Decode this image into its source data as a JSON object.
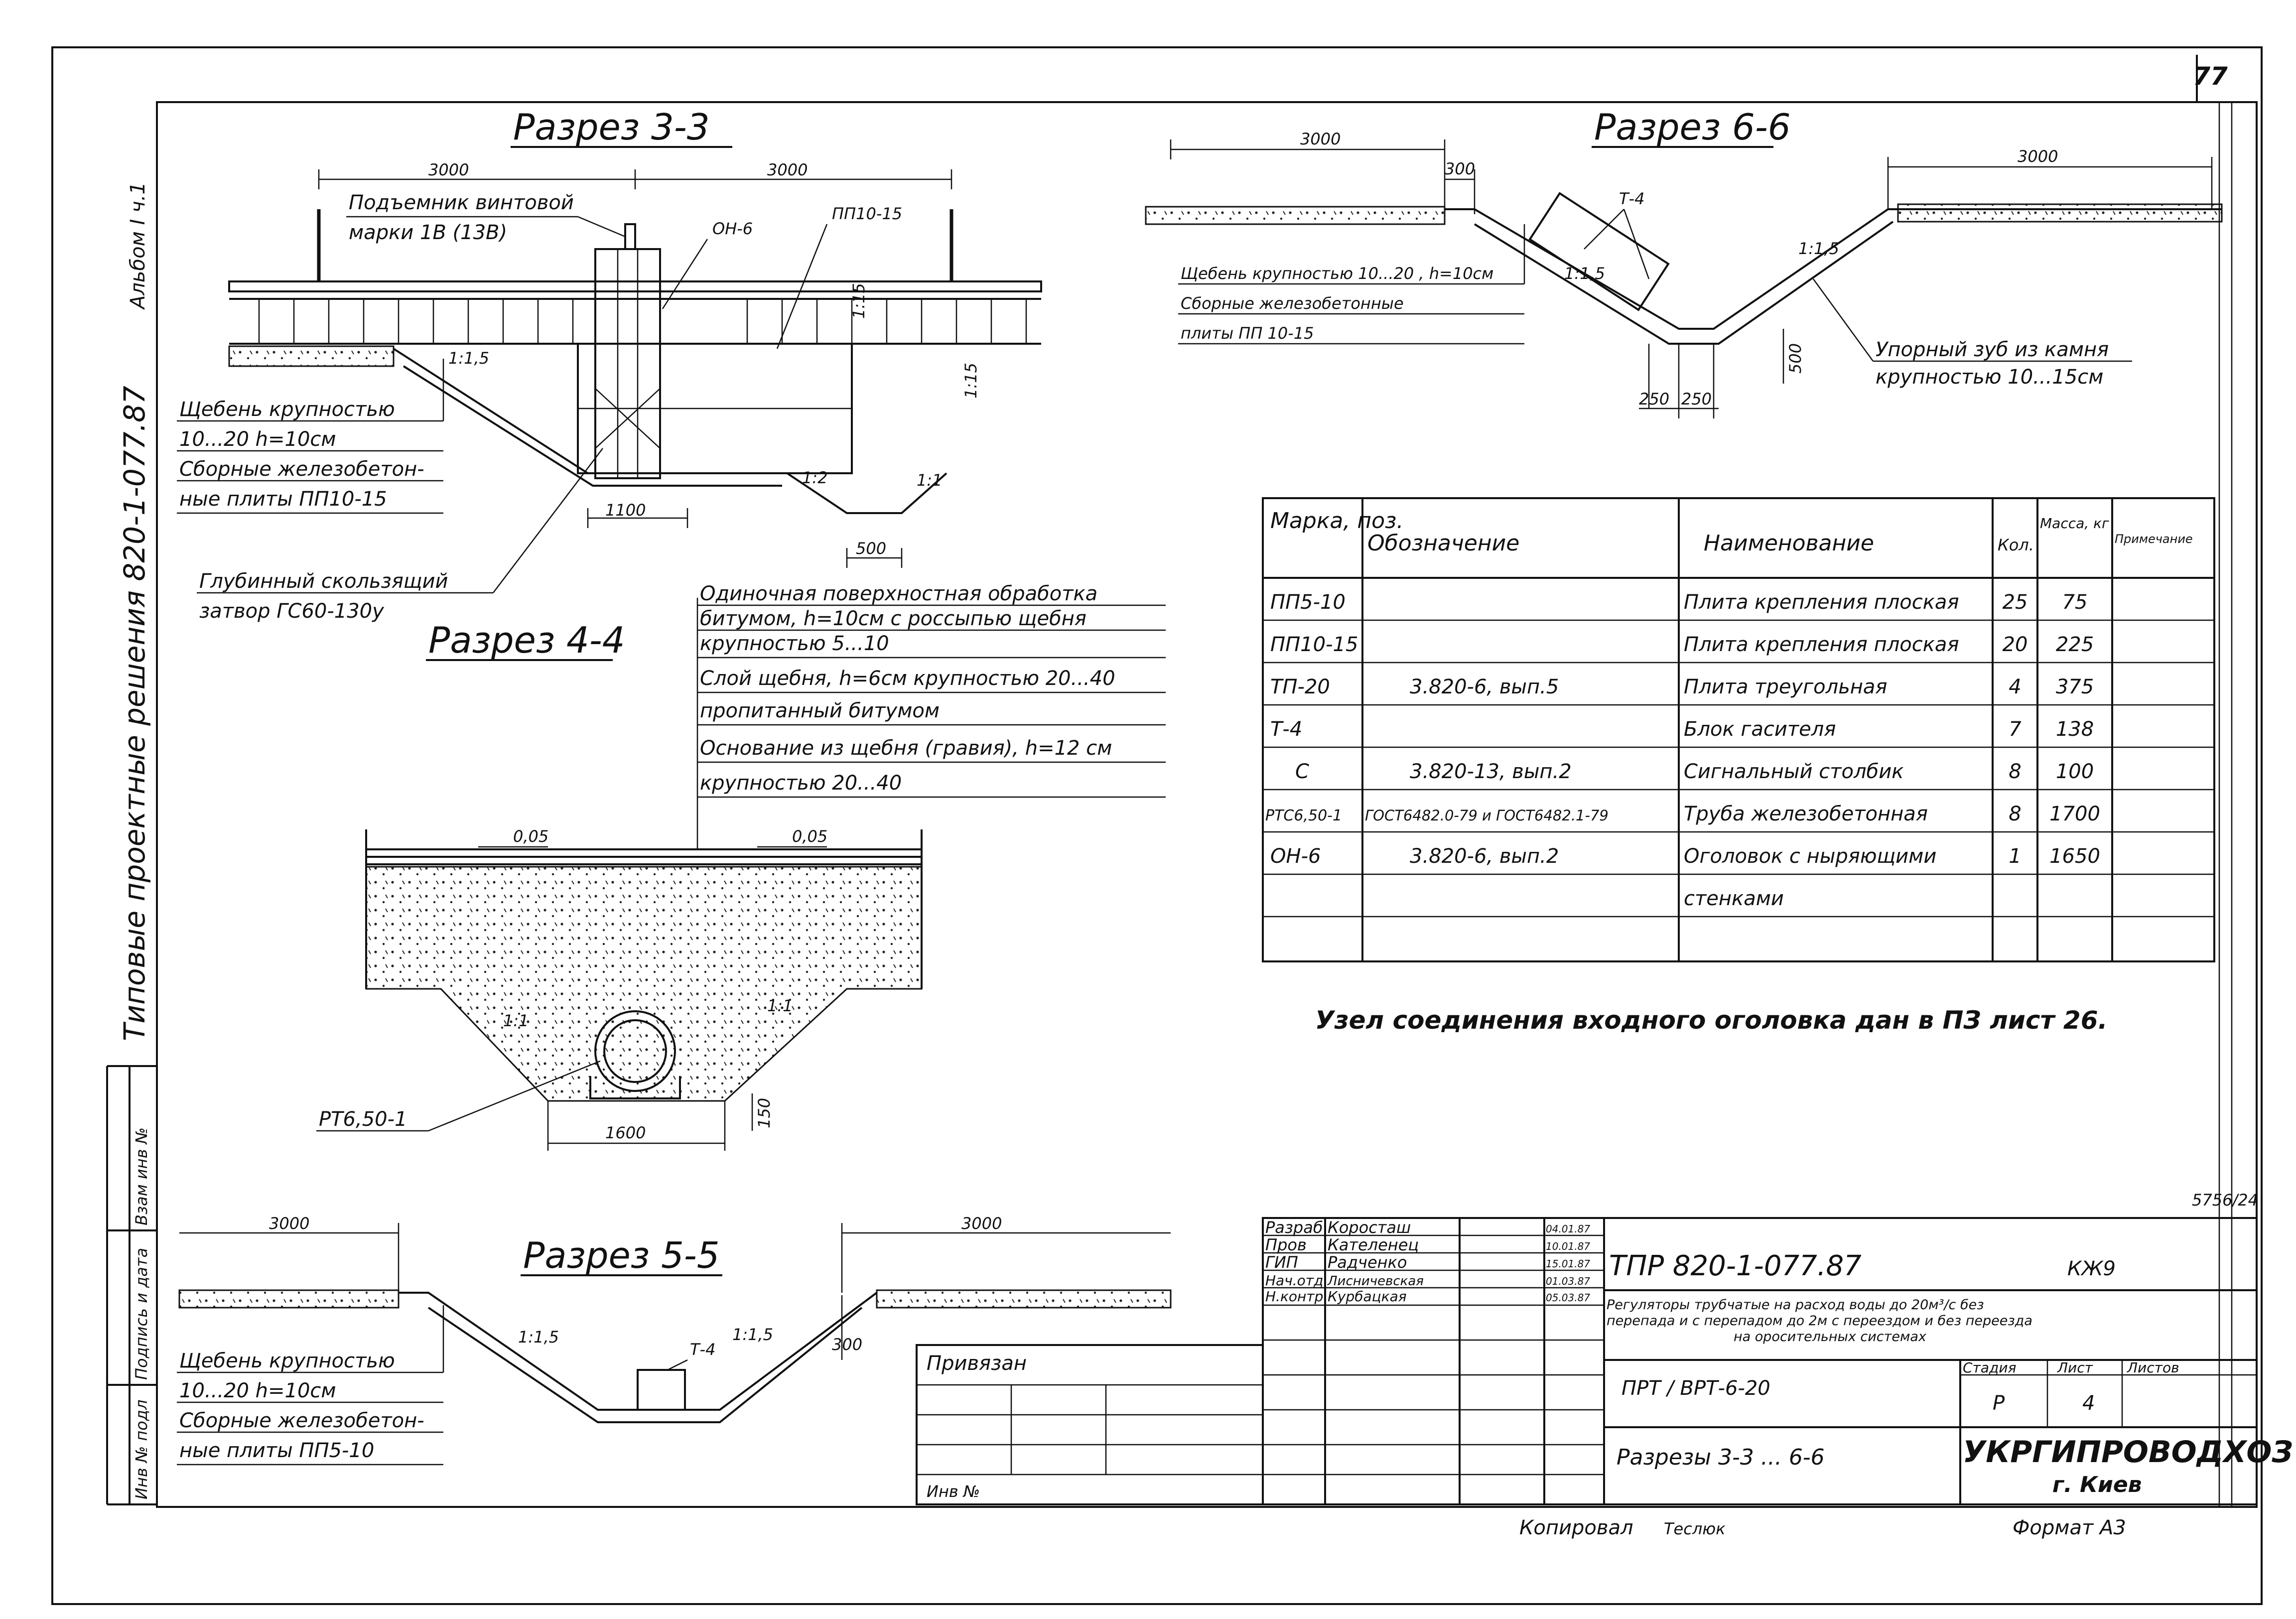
{
  "sheet": {
    "number": "77",
    "side_album": "Альбом I ч.1",
    "side_title": "Типовые проектные решения 820-1-077.87",
    "side_boxes": [
      "Взам инв №",
      "Подпись и дата",
      "Инв № подл"
    ],
    "stamp_code": "5756/24",
    "bottom_left": "Копировал",
    "bottom_name": "Теслюк",
    "format": "Формат А3"
  },
  "sections": {
    "s33": {
      "title": "Разрез 3-3",
      "dim_left": "3000",
      "dim_right": "3000",
      "dim_1100": "1100",
      "dim_500": "500",
      "slope_15": "1:15",
      "slope_15b": "1:15",
      "slope_1_5": "1:1,5",
      "slope_1_2": "1:2",
      "slope_1_1": "1:1",
      "hoist": [
        "Подъемник винтовой",
        "марки 1В (13В)"
      ],
      "label_on6": "ОН-6",
      "label_pp": "ПП10-15",
      "gravel": [
        "Щебень крупностью",
        "10...20    h=10см"
      ],
      "plates": [
        "Сборные железобетон-",
        "ные плиты ПП10-15"
      ],
      "gate": [
        "Глубинный скользящий",
        "затвор ГС60-130у"
      ]
    },
    "s44": {
      "title": "Разрез 4-4",
      "notes": [
        "Одиночная поверхностная обработка",
        "битумом, h=10см с россыпью щебня",
        "крупностью 5...10",
        "Слой щебня, h=6см крупностью 20...40",
        "пропитанный битумом",
        "Основание из щебня (гравия), h=12 см",
        "крупностью 20...40"
      ],
      "slope_left": "0,05",
      "slope_right": "0,05",
      "slope_1_1a": "1:1",
      "slope_1_1b": "1:1",
      "pipe": "РТ6,50-1",
      "dim_1600": "1600",
      "dim_150": "150"
    },
    "s55": {
      "title": "Разрез 5-5",
      "dim_left": "3000",
      "dim_right": "3000",
      "dim_300": "300",
      "slope_a": "1:1,5",
      "slope_b": "1:1,5",
      "block": "Т-4",
      "gravel": [
        "Щебень крупностью",
        "10...20    h=10см"
      ],
      "plates": [
        "Сборные железобетон-",
        "ные плиты ПП5-10"
      ]
    },
    "s66": {
      "title": "Разрез 6-6",
      "dim_left": "3000",
      "dim_300": "300",
      "dim_right": "3000",
      "dim_250a": "250",
      "dim_250b": "250",
      "dim_500": "500",
      "block": "Т-4",
      "slope_a": "1:1,5",
      "slope_b": "1:1,5",
      "gravel": "Щебень крупностью 10...20 , h=10см",
      "plates": [
        "Сборные железобетонные",
        "плиты ПП 10-15"
      ],
      "tooth": [
        "Упорный зуб из камня",
        "крупностью 10...15см"
      ]
    }
  },
  "spec_table": {
    "headers": [
      "Марка, поз.",
      "Обозначение",
      "Наименование",
      "Кол.",
      "Масса, кг",
      "Примечание"
    ],
    "rows": [
      [
        "ПП5-10",
        "",
        "Плита крепления плоская",
        "25",
        "75",
        ""
      ],
      [
        "ПП10-15",
        "",
        "Плита крепления плоская",
        "20",
        "225",
        ""
      ],
      [
        "ТП-20",
        "3.820-6, вып.5",
        "Плита треугольная",
        "4",
        "375",
        ""
      ],
      [
        "Т-4",
        "",
        "Блок гасителя",
        "7",
        "138",
        ""
      ],
      [
        "С",
        "3.820-13, вып.2",
        "Сигнальный столбик",
        "8",
        "100",
        ""
      ],
      [
        "РТС6,50-1",
        "ГОСТ6482.0-79 и ГОСТ6482.1-79",
        "Труба железобетонная",
        "8",
        "1700",
        ""
      ],
      [
        "ОН-6",
        "3.820-6, вып.2",
        "Оголовок с ныряющими",
        "1",
        "1650",
        ""
      ],
      [
        "",
        "",
        "стенками",
        "",
        "",
        ""
      ],
      [
        "",
        "",
        "",
        "",
        "",
        ""
      ]
    ]
  },
  "note": "Узел соединения входного оголовка дан в ПЗ лист 26.",
  "title_block": {
    "roles": [
      "Разраб",
      "Пров",
      "ГИП",
      "Нач.отд",
      "Н.контр"
    ],
    "names": [
      "Коросташ",
      "Кателенец",
      "Радченко",
      "Лисничевская",
      "Курбацкая"
    ],
    "dates": [
      "04.01.87",
      "10.01.87",
      "15.01.87",
      "01.03.87",
      "05.03.87"
    ],
    "code": "ТПР 820-1-077.87",
    "sheet_mark": "КЖ9",
    "description": [
      "Регуляторы трубчатые на расход воды до 20м³/с без",
      "перепада и с перепадом до 2м с переездом и без переезда",
      "на оросительных системах"
    ],
    "stage_header": "Стадия",
    "sheet_header": "Лист",
    "sheets_header": "Листов",
    "stage": "Р",
    "sheet_no": "4",
    "product": "ПРТ / ВРТ-6-20",
    "sheet_title": "Разрезы 3-3 ... 6-6",
    "org": "УКРГИПРОВОДХОЗ",
    "city": "г. Киев",
    "privyazan": "Привязан",
    "inv": "Инв №"
  }
}
